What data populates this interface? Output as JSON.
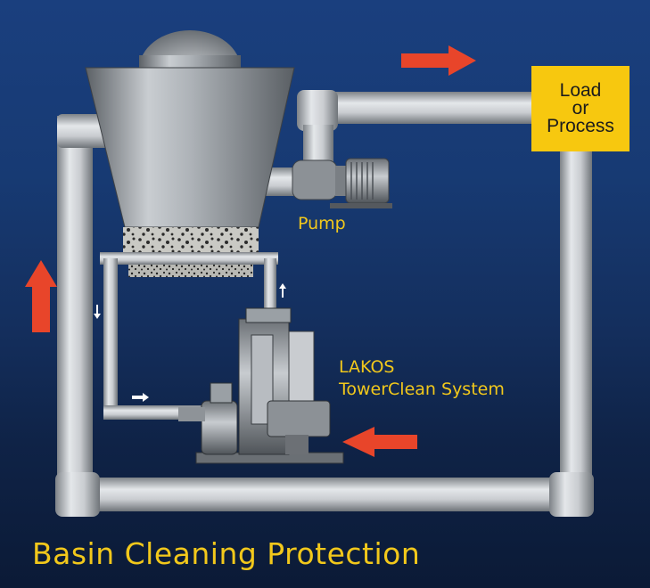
{
  "load_box": {
    "line1": "Load",
    "line2": "or",
    "line3": "Process"
  },
  "labels": {
    "pump": "Pump",
    "lakos_line1": "LAKOS",
    "lakos_line2": "TowerClean System"
  },
  "caption": "Basin Cleaning Protection",
  "colors": {
    "background_top": "#1a3f7e",
    "background_bottom": "#0b1a36",
    "pipe": "#c4c8cc",
    "flow_arrow": "#e8452a",
    "load_box": "#f7c80f",
    "label_text": "#f2c81b"
  },
  "icons": [
    "flow-arrow-right-icon",
    "flow-arrow-up-icon",
    "flow-arrow-left-icon",
    "small-white-arrow-icon"
  ]
}
